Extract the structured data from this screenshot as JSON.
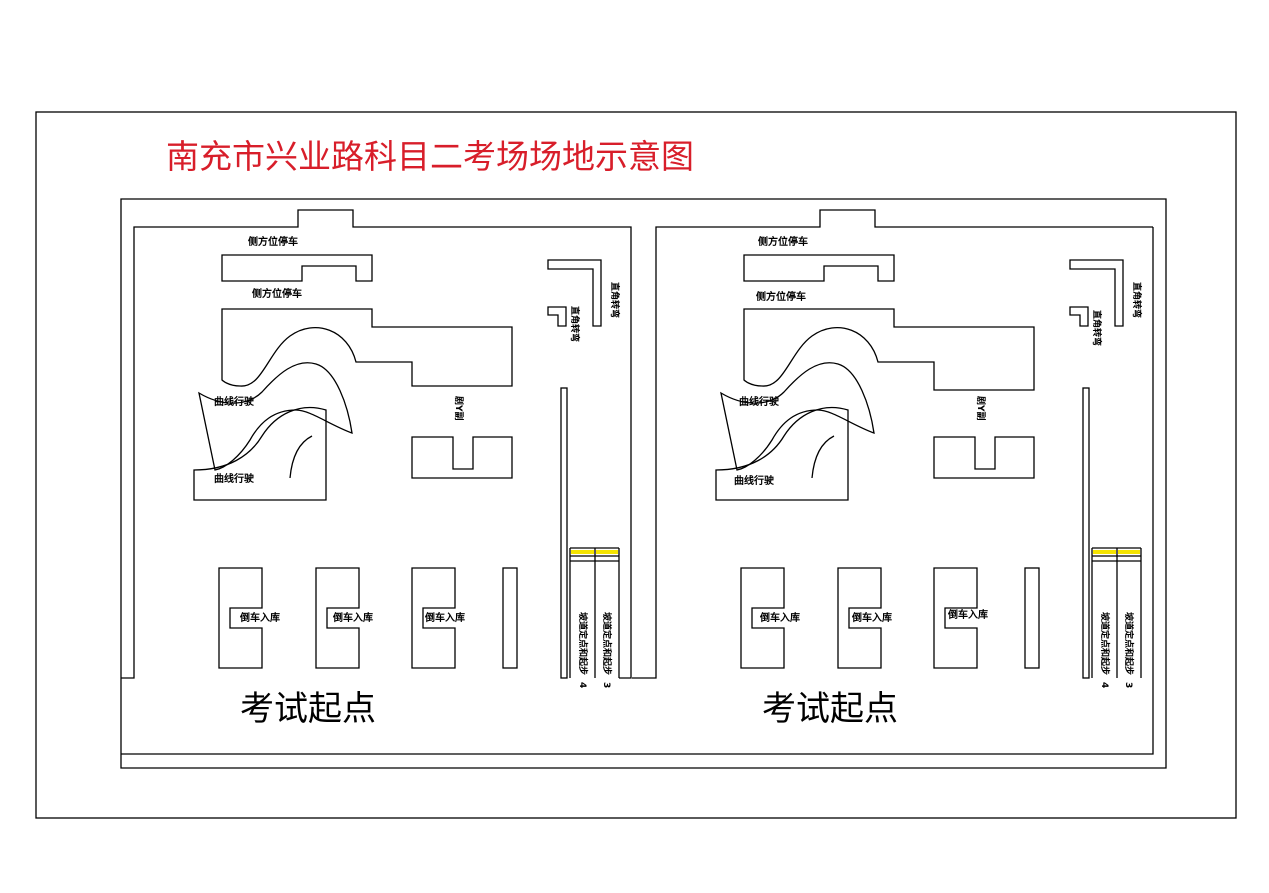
{
  "title": "南充市兴业路科目二考场场地示意图",
  "title_color": "#d81e2a",
  "marking_color": "#f5e400",
  "labels": {
    "parallel_parking": "侧方位停车",
    "curve_driving": "曲线行驶",
    "right_angle_turn": "直角转弯",
    "reverse_parking": "倒车入库",
    "slope_stop": "坡道定点和起步",
    "lane_4": "4",
    "lane_3": "3",
    "exam_start": "考试起点",
    "mark_a": "Y",
    "mark_b": "副",
    "mark_c": "剧"
  }
}
